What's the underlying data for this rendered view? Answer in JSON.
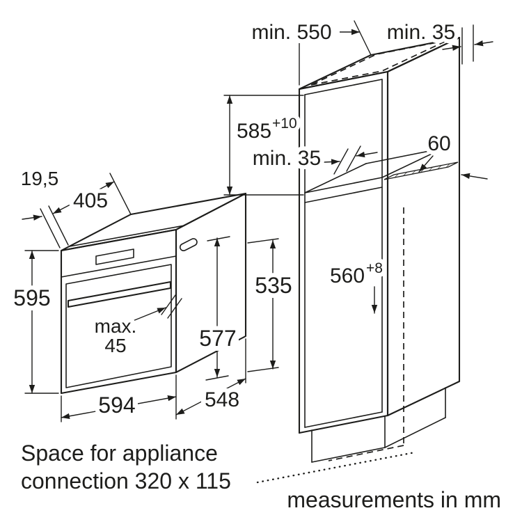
{
  "colors": {
    "line": "#1d1d1b",
    "background": "#ffffff"
  },
  "oven": {
    "fascia_offset": "19,5",
    "top_depth": "405",
    "height": "595",
    "handle_max_label": "max.",
    "handle_max_value": "45",
    "front_height": "577",
    "body_height": "535",
    "width": "594",
    "body_depth": "548"
  },
  "cabinet": {
    "min_depth": "min. 550",
    "min_top_gap": "min. 35",
    "niche_height": "585",
    "niche_height_tolerance": "+10",
    "min_back_gap": "min. 35",
    "vent_depth": "60",
    "niche_width": "560",
    "niche_width_tolerance": "+8"
  },
  "connection_note": {
    "line1": "Space for appliance",
    "line2": "connection 320 x 115"
  },
  "footer": {
    "note": "measurements in mm"
  }
}
